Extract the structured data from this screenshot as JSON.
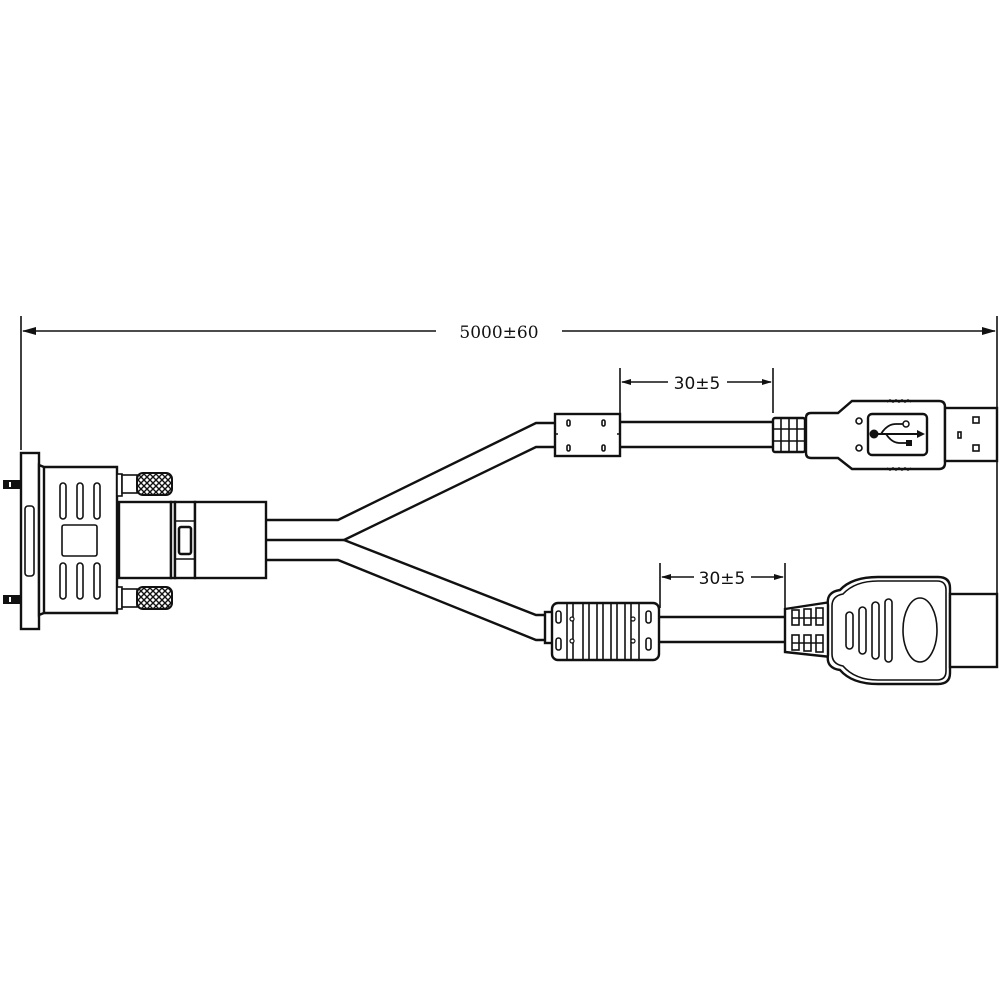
{
  "drawing": {
    "title": "DVI to USB + HDMI Y-splitter cable dimension drawing",
    "overall_length": {
      "label": "5000±60",
      "value": 5000,
      "tolerance": 60
    },
    "usb_branch": {
      "dimension_label": "30±5",
      "value": 30,
      "tolerance": 5,
      "connector": "USB Type-A male",
      "icon": "usb-trident-icon"
    },
    "hdmi_branch": {
      "dimension_label": "30±5",
      "value": 30,
      "tolerance": 5,
      "connector": "HDMI male"
    },
    "left_connector": "DVI male with thumbscrews",
    "line_color": "#111111",
    "background": "#ffffff"
  }
}
